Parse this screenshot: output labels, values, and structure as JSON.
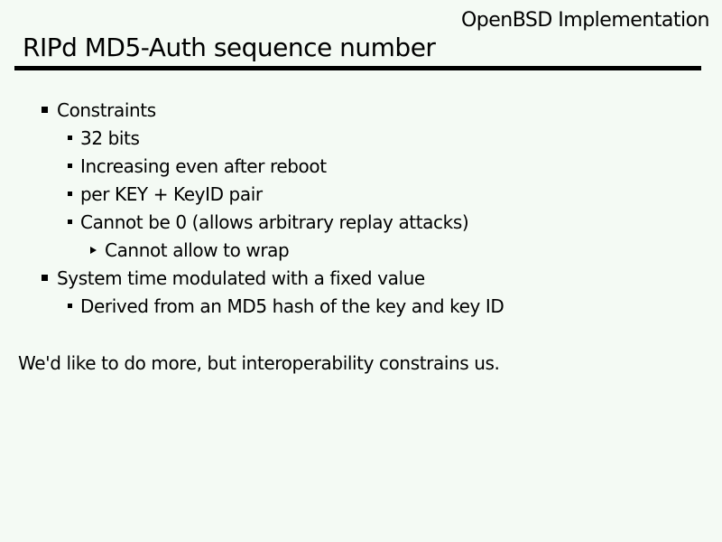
{
  "slide": {
    "header": "OpenBSD Implementation",
    "title": "RIPd MD5-Auth sequence number",
    "bullets": [
      {
        "level": 1,
        "text": "Constraints"
      },
      {
        "level": 2,
        "text": "32 bits"
      },
      {
        "level": 2,
        "text": "Increasing even after reboot"
      },
      {
        "level": 2,
        "text": "per KEY + KeyID pair"
      },
      {
        "level": 2,
        "text": "Cannot be 0 (allows arbitrary replay attacks)"
      },
      {
        "level": 3,
        "text": "Cannot allow to wrap"
      },
      {
        "level": 1,
        "text": "System time modulated with a fixed value"
      },
      {
        "level": 2,
        "text": "Derived from an MD5 hash of the key and key ID"
      }
    ],
    "footer": "We'd like to do more, but interoperability constrains us.",
    "colors": {
      "background": "#f4faf4",
      "text": "#000000",
      "rule": "#000000"
    }
  }
}
